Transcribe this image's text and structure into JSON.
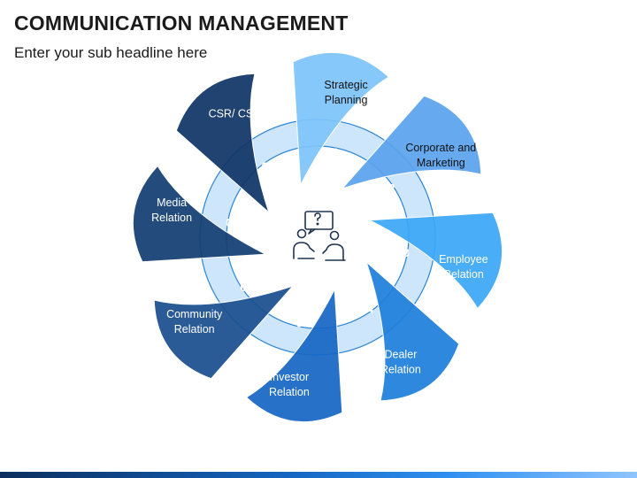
{
  "header": {
    "title": "COMMUNICATION MANAGEMENT",
    "subtitle": "Enter your sub headline here"
  },
  "diagram": {
    "center_icon": "meeting-discussion-icon",
    "ring_color": "#cde6fb",
    "items": [
      {
        "num": "01",
        "line1": "Strategic",
        "line2": "Planning",
        "color": "#7ec4fa",
        "text_color": "#111111"
      },
      {
        "num": "02",
        "line1": "Corporate and",
        "line2": "Marketing",
        "color": "#5aa3ee",
        "text_color": "#111111"
      },
      {
        "num": "03",
        "line1": "Employee",
        "line2": "Relation",
        "color": "#3ba7f7",
        "text_color": "#ffffff"
      },
      {
        "num": "04",
        "line1": "Dealer",
        "line2": "Relation",
        "color": "#1e7fdc",
        "text_color": "#ffffff"
      },
      {
        "num": "05",
        "line1": "Investor",
        "line2": "Relation",
        "color": "#1766c4",
        "text_color": "#ffffff"
      },
      {
        "num": "06",
        "line1": "Community",
        "line2": "Relation",
        "color": "#1a4f8f",
        "text_color": "#ffffff"
      },
      {
        "num": "07",
        "line1": "Media",
        "line2": "Relation",
        "color": "#123e72",
        "text_color": "#ffffff"
      },
      {
        "num": "08",
        "line1": "CSR/ CSV",
        "line2": "",
        "color": "#0f3566",
        "text_color": "#ffffff"
      }
    ]
  }
}
